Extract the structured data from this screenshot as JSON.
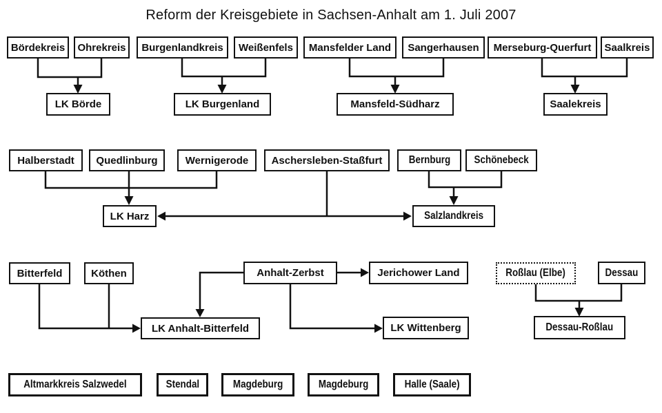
{
  "title": "Reform der Kreisgebiete in Sachsen-Anhalt am 1. Juli 2007",
  "colors": {
    "background": "#ffffff",
    "line": "#111111",
    "text": "#111111"
  },
  "nodes": {
    "boerdekreis": {
      "label": "Bördekreis"
    },
    "ohrekreis": {
      "label": "Ohrekreis"
    },
    "burgenlandkreis": {
      "label": "Burgenlandkreis"
    },
    "weissenfels": {
      "label": "Weißenfels"
    },
    "mansfelder_land": {
      "label": "Mansfelder Land"
    },
    "sangerhausen": {
      "label": "Sangerhausen"
    },
    "merseburg_querfurt": {
      "label": "Merseburg-Querfurt"
    },
    "saalkreis": {
      "label": "Saalkreis"
    },
    "lk_boerde": {
      "label": "LK Börde"
    },
    "lk_burgenland": {
      "label": "LK Burgenland"
    },
    "mansfeld_suedharz": {
      "label": "Mansfeld-Südharz"
    },
    "saalekreis": {
      "label": "Saalekreis"
    },
    "halberstadt": {
      "label": "Halberstadt"
    },
    "quedlinburg": {
      "label": "Quedlinburg"
    },
    "wernigerode": {
      "label": "Wernigerode"
    },
    "aschersleben_stassfurt": {
      "label": "Aschersleben-Staßfurt"
    },
    "bernburg": {
      "label": "Bernburg"
    },
    "schoenebeck": {
      "label": "Schönebeck"
    },
    "lk_harz": {
      "label": "LK Harz"
    },
    "salzlandkreis": {
      "label": "Salzlandkreis"
    },
    "bitterfeld": {
      "label": "Bitterfeld"
    },
    "koethen": {
      "label": "Köthen"
    },
    "anhalt_zerbst": {
      "label": "Anhalt-Zerbst"
    },
    "jerichower_land": {
      "label": "Jerichower Land"
    },
    "rosslau_elbe": {
      "label": "Roßlau (Elbe)",
      "border": "dotted"
    },
    "dessau": {
      "label": "Dessau"
    },
    "lk_anhalt_bitterfeld": {
      "label": "LK Anhalt-Bitterfeld"
    },
    "lk_wittenberg": {
      "label": "LK Wittenberg"
    },
    "dessau_rosslau": {
      "label": "Dessau-Roßlau"
    },
    "altmarkkreis_salzwedel": {
      "label": "Altmarkkreis Salzwedel"
    },
    "stendal": {
      "label": "Stendal"
    },
    "magdeburg_1": {
      "label": "Magdeburg"
    },
    "magdeburg_2": {
      "label": "Magdeburg"
    },
    "halle_saale": {
      "label": "Halle (Saale)"
    }
  },
  "relations": [
    {
      "sources": [
        "boerdekreis",
        "ohrekreis"
      ],
      "target": "lk_boerde"
    },
    {
      "sources": [
        "burgenlandkreis",
        "weissenfels"
      ],
      "target": "lk_burgenland"
    },
    {
      "sources": [
        "mansfelder_land",
        "sangerhausen"
      ],
      "target": "mansfeld_suedharz"
    },
    {
      "sources": [
        "merseburg_querfurt",
        "saalkreis"
      ],
      "target": "saalekreis"
    },
    {
      "sources": [
        "halberstadt",
        "quedlinburg",
        "wernigerode",
        "aschersleben_stassfurt"
      ],
      "target": "lk_harz"
    },
    {
      "sources": [
        "aschersleben_stassfurt",
        "bernburg",
        "schoenebeck"
      ],
      "target": "salzlandkreis"
    },
    {
      "sources": [
        "bitterfeld",
        "koethen",
        "anhalt_zerbst"
      ],
      "target": "lk_anhalt_bitterfeld"
    },
    {
      "sources": [
        "anhalt_zerbst"
      ],
      "target": "jerichower_land"
    },
    {
      "sources": [
        "anhalt_zerbst"
      ],
      "target": "lk_wittenberg"
    },
    {
      "sources": [
        "rosslau_elbe",
        "dessau"
      ],
      "target": "dessau_rosslau"
    }
  ],
  "standalone_nodes": [
    "altmarkkreis_salzwedel",
    "stendal",
    "magdeburg_1",
    "magdeburg_2",
    "halle_saale"
  ]
}
